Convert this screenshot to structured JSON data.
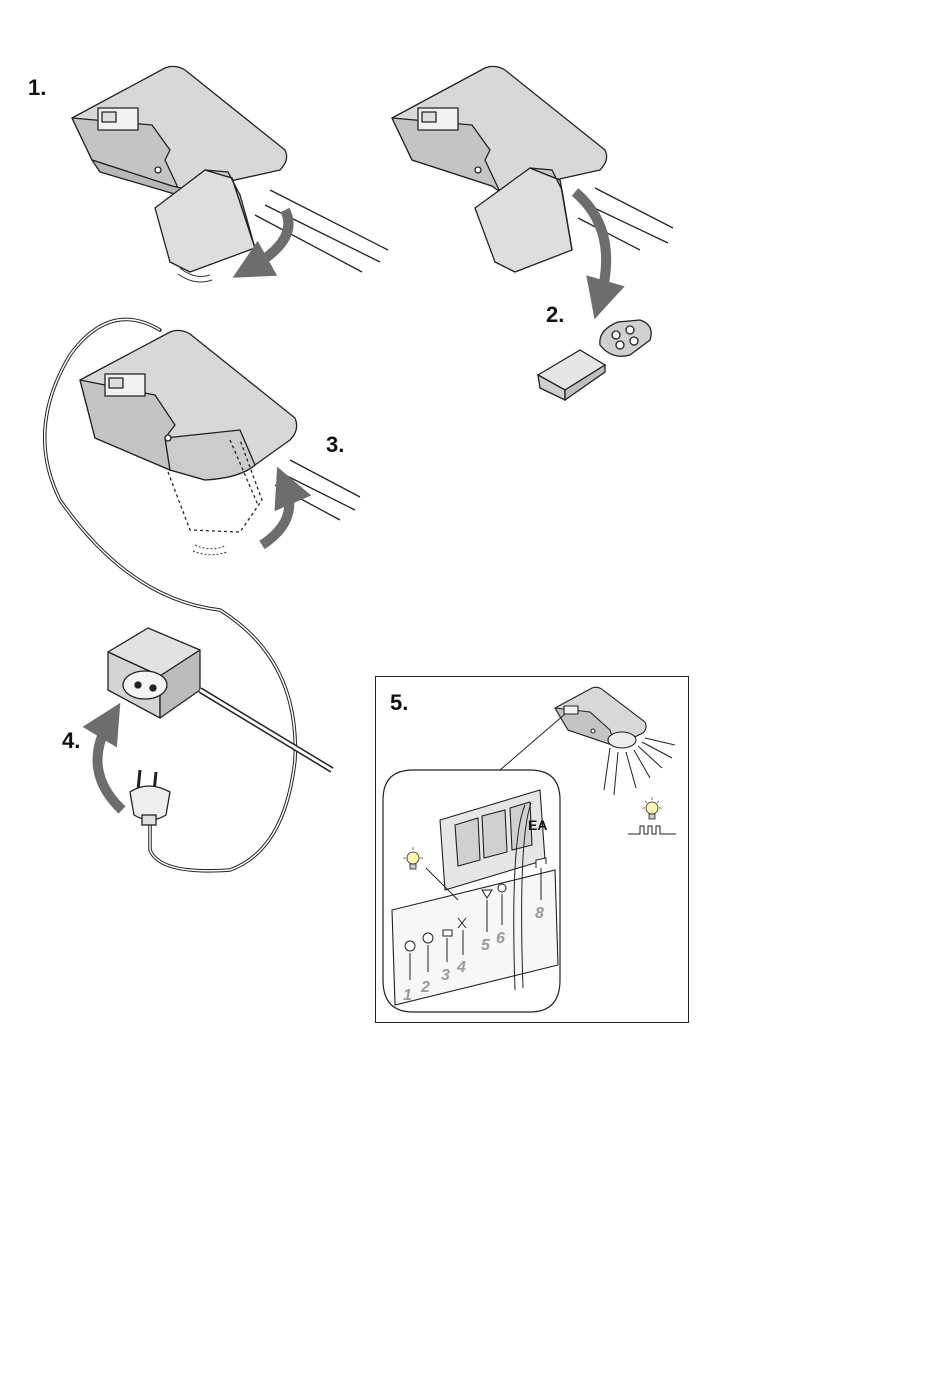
{
  "steps": [
    {
      "label": "1.",
      "icon": "motor-unit-cover-open"
    },
    {
      "label": "2.",
      "icon": "remote-and-receiver"
    },
    {
      "label": "3.",
      "icon": "motor-unit-cover-close"
    },
    {
      "label": "4.",
      "icon": "plug-into-socket"
    },
    {
      "label": "5.",
      "icon": "terminal-panel-detail"
    }
  ],
  "terminal_numbers": [
    "1",
    "2",
    "3",
    "4",
    "5",
    "6",
    "8"
  ],
  "panel_letters": "EA",
  "colors": {
    "housing_top": "#d6d6d6",
    "housing_front": "#c8c8c8",
    "housing_dark": "#b5b5b5",
    "arrow": "#7a7a7a",
    "outline": "#222222",
    "number_gray": "#9a9a9a"
  }
}
